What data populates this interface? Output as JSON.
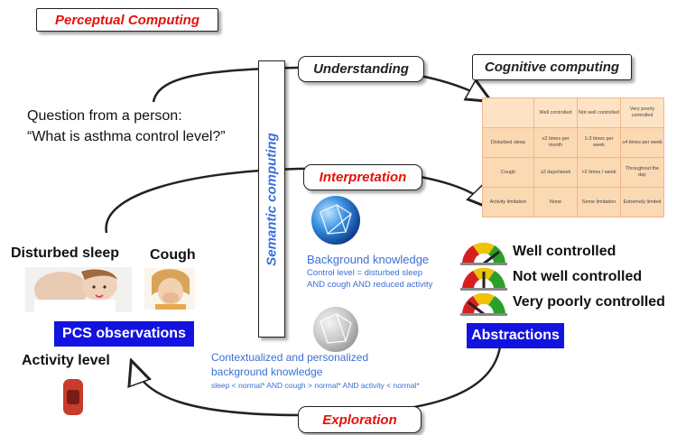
{
  "title": "Perceptual Computing",
  "labels": {
    "understanding": "Understanding",
    "cognitive": "Cognitive computing",
    "interpretation": "Interpretation",
    "exploration": "Exploration",
    "semantic": "Semantic computing"
  },
  "question": {
    "line1": "Question from a person:",
    "line2": "“What is asthma control level?”"
  },
  "table": {
    "header": [
      "",
      "Well controlled",
      "Not well controlled",
      "Very poorly controlled"
    ],
    "rows": [
      [
        "Disturbed sleep",
        "≤2 times per month",
        "1-3 times per week",
        "≥4 times per week"
      ],
      [
        "Cough",
        "≤2 days/week",
        ">2 times / week",
        "Throughout the day"
      ],
      [
        "Activity limitation",
        "None",
        "Some limitation",
        "Extremely limited"
      ]
    ]
  },
  "observations": {
    "sleep": "Disturbed sleep",
    "cough": "Cough",
    "activity": "Activity level",
    "bar": "PCS observations"
  },
  "abstractions": {
    "bar": "Abstractions",
    "levels": [
      "Well controlled",
      "Not well controlled",
      "Very poorly controlled"
    ]
  },
  "background": {
    "title": "Background  knowledge",
    "line1": "Control level = disturbed sleep",
    "line2": "AND cough AND reduced activity"
  },
  "contextual": {
    "title1": "Contextualized and personalized",
    "title2": "background knowledge",
    "rule": "sleep < normal* AND cough > normal* AND activity < normal*"
  },
  "colors": {
    "accent_red": "#e3120b",
    "bar_blue": "#1313e0",
    "text_blue": "#3b6fd6"
  }
}
